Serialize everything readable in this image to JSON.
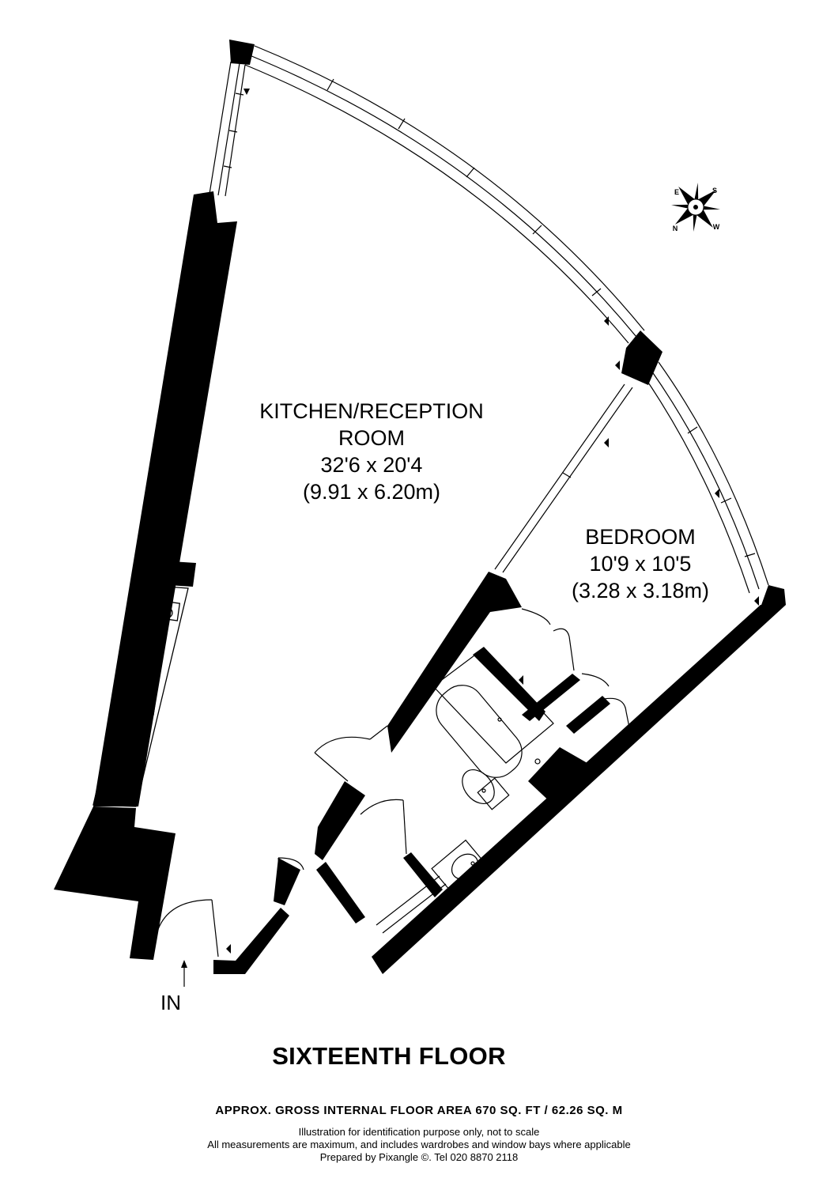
{
  "rooms": {
    "kitchen": {
      "name_line1": "KITCHEN/RECEPTION",
      "name_line2": "ROOM",
      "imperial": "32'6 x 20'4",
      "metric": "(9.91 x 6.20m)"
    },
    "bedroom": {
      "name": "BEDROOM",
      "imperial": "10'9 x 10'5",
      "metric": "(3.28 x 3.18m)"
    }
  },
  "entrance_label": "IN",
  "floor_title": "SIXTEENTH FLOOR",
  "area_line": "APPROX. GROSS INTERNAL FLOOR AREA 670 SQ. FT / 62.26 SQ. M",
  "notes": [
    "Illustration for identification purpose only, not to scale",
    "All measurements are maximum, and includes wardrobes and window bays where applicable",
    "Prepared by Pixangle ©. Tel 020 8870 2118"
  ],
  "compass": {
    "n": "N",
    "s": "S",
    "e": "E",
    "w": "W"
  },
  "colors": {
    "wall": "#000000",
    "background": "#ffffff",
    "line": "#000000"
  }
}
